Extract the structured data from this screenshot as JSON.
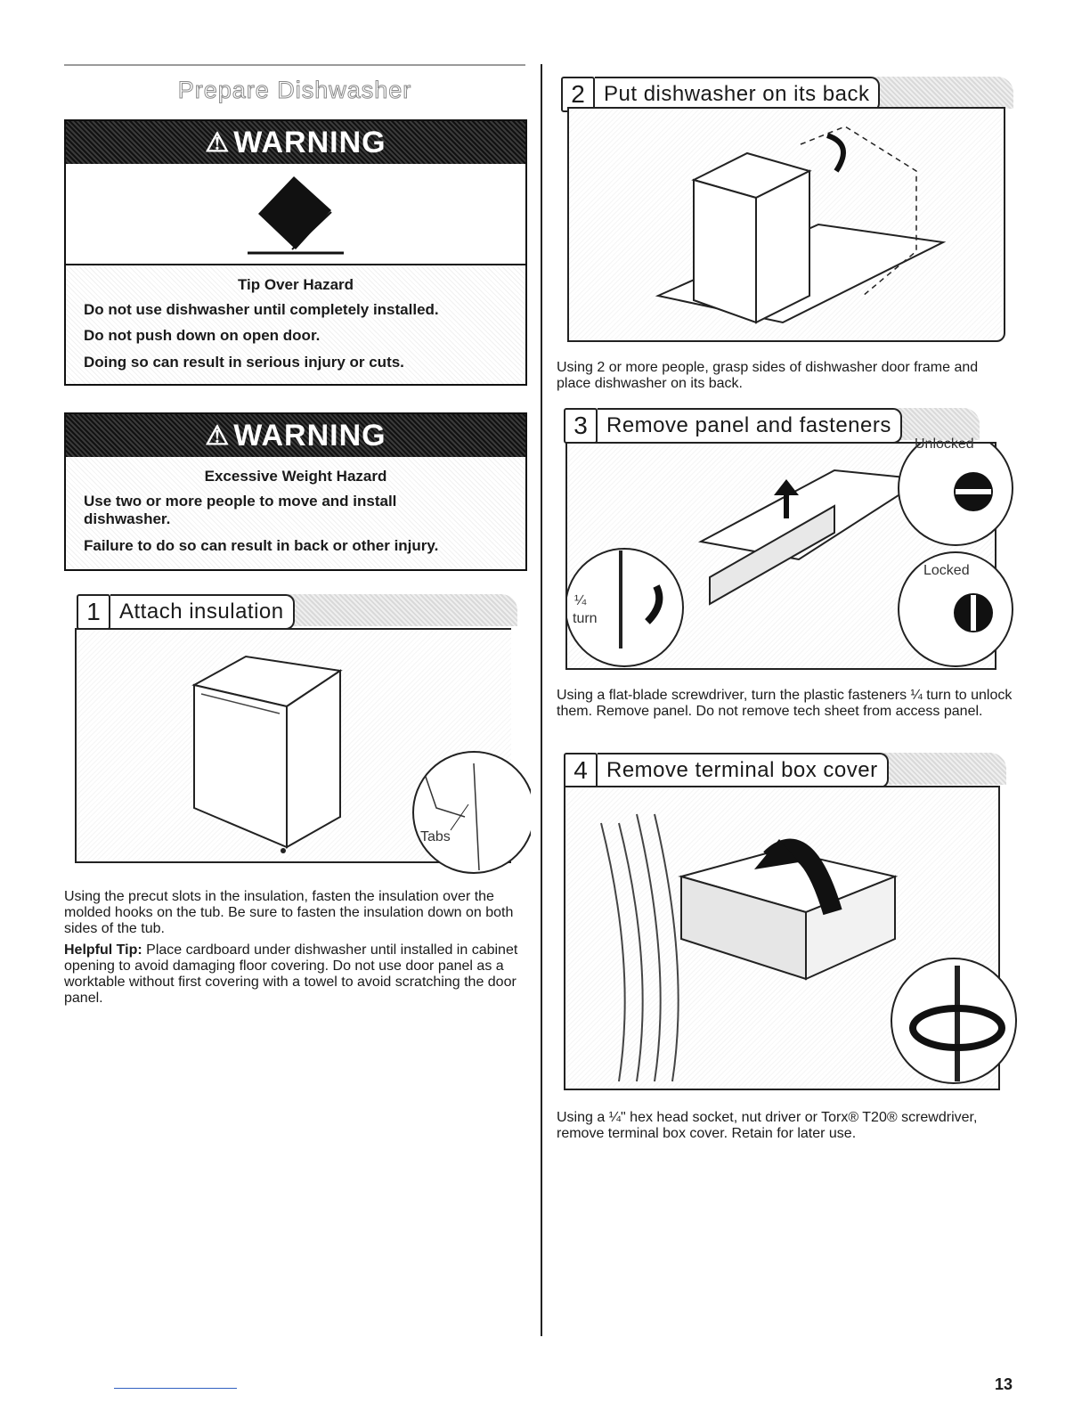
{
  "page": {
    "section_title": "Prepare Dishwasher",
    "page_number": "13"
  },
  "warning1": {
    "header": "WARNING",
    "symbol": "⚠",
    "hazard_title": "Tip Over Hazard",
    "lines": [
      "Do not use dishwasher until completely installed.",
      "Do not push down on open door.",
      "Doing so can result in serious injury or cuts."
    ]
  },
  "warning2": {
    "header": "WARNING",
    "symbol": "⚠",
    "hazard_title": "Excessive Weight Hazard",
    "lines": [
      "Use two or more people to move and install dishwasher.",
      "Failure to do so can result in back or other injury."
    ]
  },
  "steps": [
    {
      "number": "1",
      "title": "Attach insulation",
      "callouts": [
        "Tabs"
      ],
      "text": "Using the precut slots in the insulation, fasten the insulation over the molded hooks on the tub. Be sure to fasten the insulation down on both sides of the tub.",
      "tip_label": "Helpful Tip:",
      "tip_text": "Place cardboard under dishwasher until installed in cabinet opening to avoid damaging floor covering. Do not use door panel as a worktable without first covering with a towel to avoid scratching the door panel."
    },
    {
      "number": "2",
      "title": "Put dishwasher on its back",
      "text": "Using 2 or more people, grasp sides of dishwasher door frame and place dishwasher on its back."
    },
    {
      "number": "3",
      "title": "Remove panel and fasteners",
      "callouts": [
        "Unlocked",
        "Locked",
        "¼",
        "turn"
      ],
      "text": "Using a flat-blade screwdriver, turn the plastic fasteners ¼ turn to unlock them. Remove panel. Do not remove tech sheet from access panel."
    },
    {
      "number": "4",
      "title": "Remove terminal box cover",
      "text": "Using a ¼\" hex head socket, nut driver or Torx® T20® screwdriver, remove terminal box cover. Retain for later use."
    }
  ]
}
